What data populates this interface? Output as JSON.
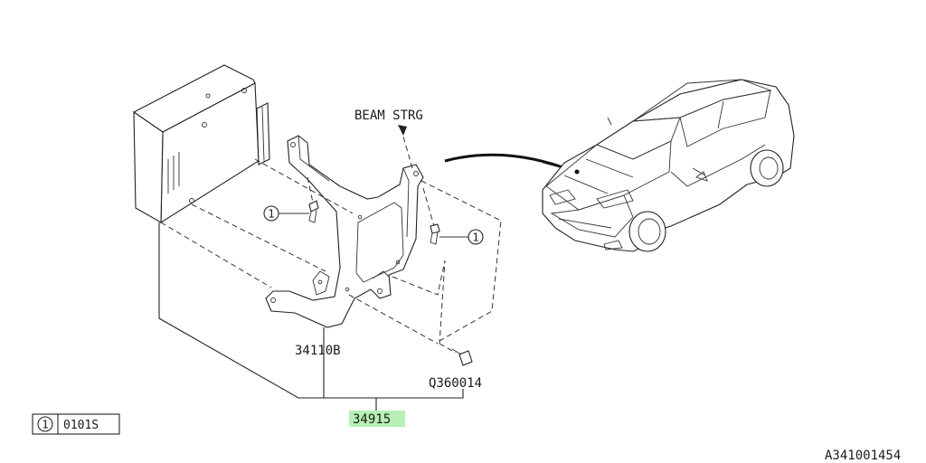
{
  "labels": {
    "beam_strg": "BEAM STRG",
    "part_bracket": "34110B",
    "part_bolt": "Q360014",
    "part_assembly": "34915",
    "callout_number": "1",
    "legend_code": "0101S",
    "figure_id": "A341001454"
  },
  "colors": {
    "highlight": "#b6f0b6",
    "line": "#222222"
  }
}
